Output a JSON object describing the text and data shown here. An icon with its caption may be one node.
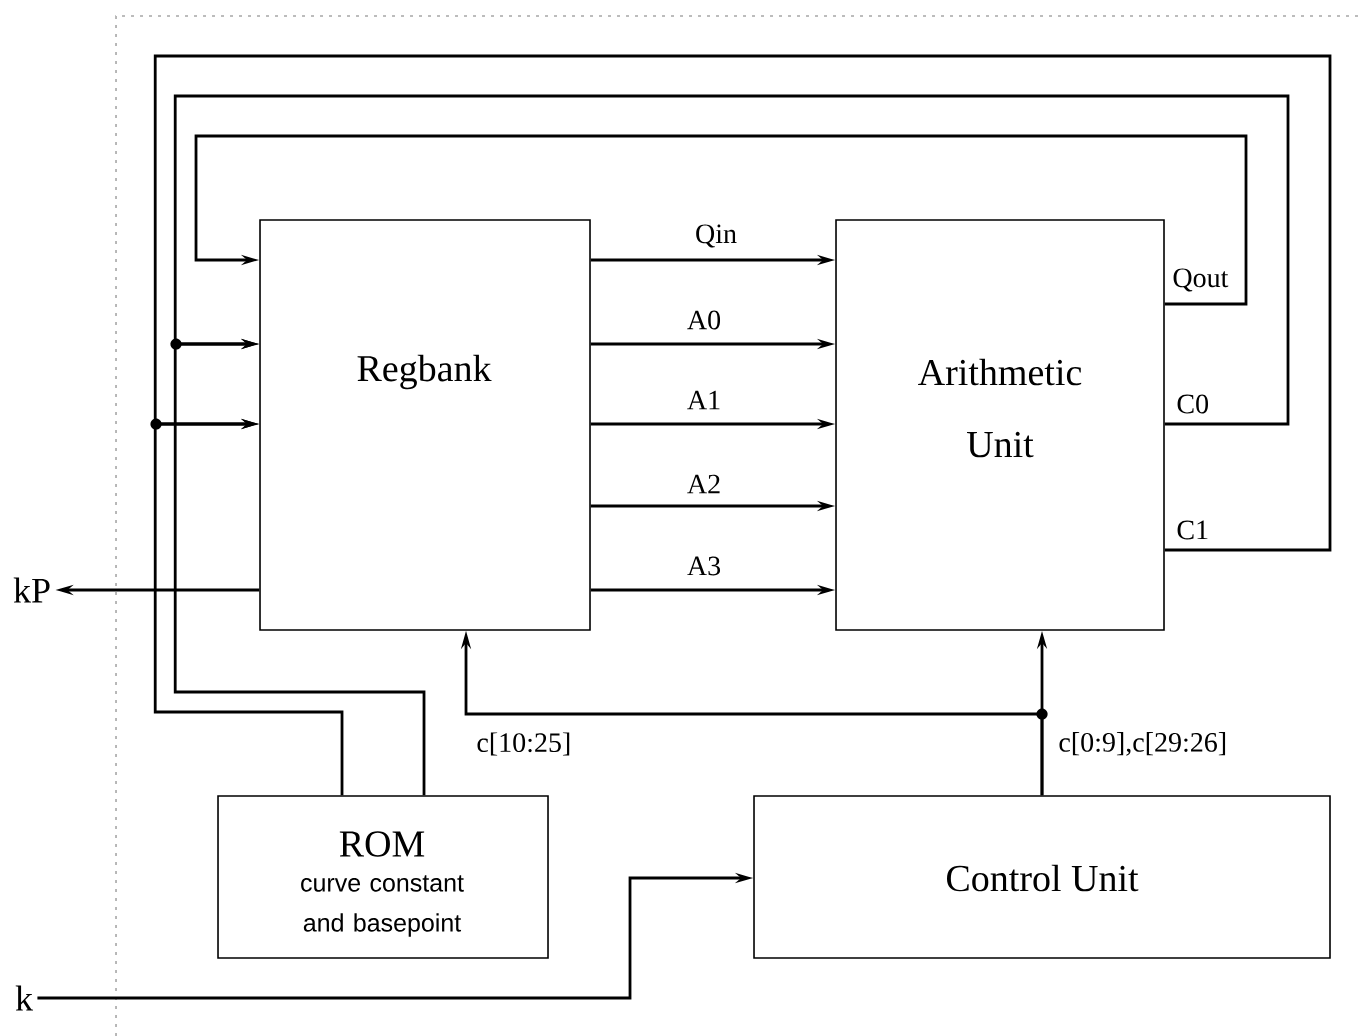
{
  "diagram": {
    "nodes": [
      {
        "text": [
          "Regbank"
        ]
      },
      {
        "text": [
          "Arithmetic Unit"
        ]
      },
      {
        "text": [
          "ROM",
          "curve constant and basepoint"
        ]
      },
      {
        "text": [
          "Control Unit"
        ]
      },
      {
        "text": [
          "kP"
        ]
      },
      {
        "text": [
          "k"
        ]
      }
    ],
    "edges": [
      {
        "from": 0,
        "to": 1,
        "arrow": "to",
        "label": "Qin"
      },
      {
        "from": 0,
        "to": 1,
        "arrow": "to",
        "label": "A0"
      },
      {
        "from": 0,
        "to": 1,
        "arrow": "to",
        "label": "A1"
      },
      {
        "from": 0,
        "to": 1,
        "arrow": "to",
        "label": "A2"
      },
      {
        "from": 0,
        "to": 1,
        "arrow": "to",
        "label": "A3"
      },
      {
        "from": 1,
        "to": 0,
        "arrow": "to",
        "label": "Qout"
      },
      {
        "from": 1,
        "to": 0,
        "arrow": "to",
        "label": "C0"
      },
      {
        "from": 1,
        "to": 0,
        "arrow": "to",
        "label": "C1"
      },
      {
        "from": 2,
        "to": 0,
        "arrow": "to"
      },
      {
        "from": 2,
        "to": 0,
        "arrow": "to"
      },
      {
        "from": 0,
        "to": 4,
        "arrow": "to"
      },
      {
        "from": 3,
        "to": 0,
        "arrow": "to",
        "label": "c[10:25]"
      },
      {
        "from": 3,
        "to": 1,
        "arrow": "to",
        "label": "c[0:9],c[29:26]"
      },
      {
        "from": 5,
        "to": 3,
        "arrow": "to"
      }
    ]
  }
}
